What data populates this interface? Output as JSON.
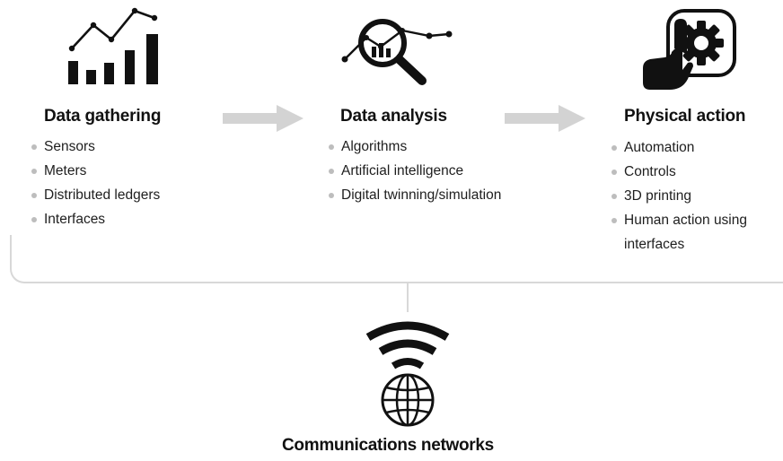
{
  "stages": [
    {
      "icon": "bar-chart-trend-icon",
      "title": "Data gathering",
      "items": [
        "Sensors",
        "Meters",
        "Distributed ledgers",
        "Interfaces"
      ]
    },
    {
      "icon": "magnifier-analysis-icon",
      "title": "Data analysis",
      "items": [
        "Algorithms",
        "Artificial intelligence",
        "Digital twinning/simulation"
      ]
    },
    {
      "icon": "hand-gear-touch-icon",
      "title": "Physical action",
      "items": [
        "Automation",
        "Controls",
        "3D printing",
        "Human action using",
        "interfaces"
      ]
    }
  ],
  "network": {
    "icon": "wifi-globe-icon",
    "label": "Communications networks"
  },
  "colors": {
    "arrow": "#d3d3d3",
    "bullet": "#bdbdbd",
    "bracket": "#d8d8d8",
    "text": "#111111"
  }
}
